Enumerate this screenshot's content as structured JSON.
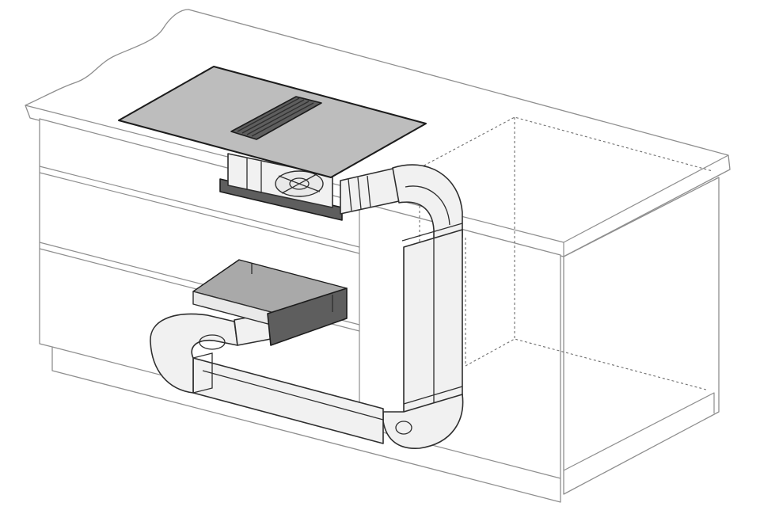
{
  "figure": {
    "parts": [
      {
        "id": "worktop",
        "icon": "kitchen-island-worktop"
      },
      {
        "id": "cabinet-fronts",
        "icon": "drawer-fronts"
      },
      {
        "id": "hob",
        "icon": "induction-hob-with-downdraft-vent"
      },
      {
        "id": "fan-unit",
        "icon": "extractor-fan-motor"
      },
      {
        "id": "duct",
        "icon": "flat-channel-ducting"
      },
      {
        "id": "filter-box",
        "icon": "recirculation-filter-box"
      },
      {
        "id": "hidden-outline",
        "icon": "dashed-cabinet-outline"
      }
    ],
    "colors": {
      "background": "#ffffff",
      "furniture_line": "#8e8e8e",
      "hidden_line": "#6e6e6e",
      "duct_fill": "#f1f1f1",
      "duct_outline": "#2e2e2e",
      "hob_glass": "#bdbdbd",
      "dark_parts": "#5e5e5e"
    }
  }
}
